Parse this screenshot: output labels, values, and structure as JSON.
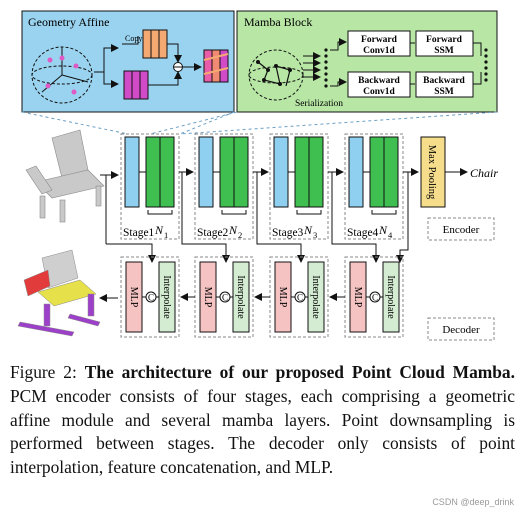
{
  "top": {
    "geometry_title": "Geometry Affine",
    "copy_label": "Copy",
    "mamba_title": "Mamba Block",
    "serialization_label": "Serialization",
    "forward_conv": [
      "Forward",
      "Conv1d"
    ],
    "forward_ssm": [
      "Forward",
      "SSM"
    ],
    "backward_conv": [
      "Backward",
      "Conv1d"
    ],
    "backward_ssm": [
      "Backward",
      "SSM"
    ]
  },
  "encoder": {
    "stages": [
      {
        "label": "Stage1",
        "n_base": "N",
        "n_sub": "1"
      },
      {
        "label": "Stage2",
        "n_base": "N",
        "n_sub": "2"
      },
      {
        "label": "Stage3",
        "n_base": "N",
        "n_sub": "3"
      },
      {
        "label": "Stage4",
        "n_base": "N",
        "n_sub": "4"
      }
    ],
    "max_pooling": "Max Pooling",
    "output_label": "Chair",
    "legend": "Encoder"
  },
  "decoder": {
    "mlp_label": "MLP",
    "interpolate_label": "Interpolate",
    "concat_symbol": "C",
    "legend": "Decoder"
  },
  "caption": {
    "prefix": "Figure 2: ",
    "bold": "The architecture of our proposed Point Cloud Mamba.",
    "body": " PCM encoder consists of four stages, each comprising a geometric affine module and several mamba layers. Point downsampling is performed between stages. The decoder only consists of point interpolation, feature concatenation, and MLP."
  },
  "watermark": "CSDN @deep_drink",
  "colors": {
    "blue": "#8fd0f0",
    "green": "#3fbf4f",
    "pink": "#f6c3c3",
    "mint": "#d4ecd2",
    "orange": "#f4a872",
    "magenta": "#d14bc9",
    "maxpool": "#f5dd8c",
    "top_left_bg": "#9ad3ef",
    "top_right_bg": "#b7e6a5"
  }
}
